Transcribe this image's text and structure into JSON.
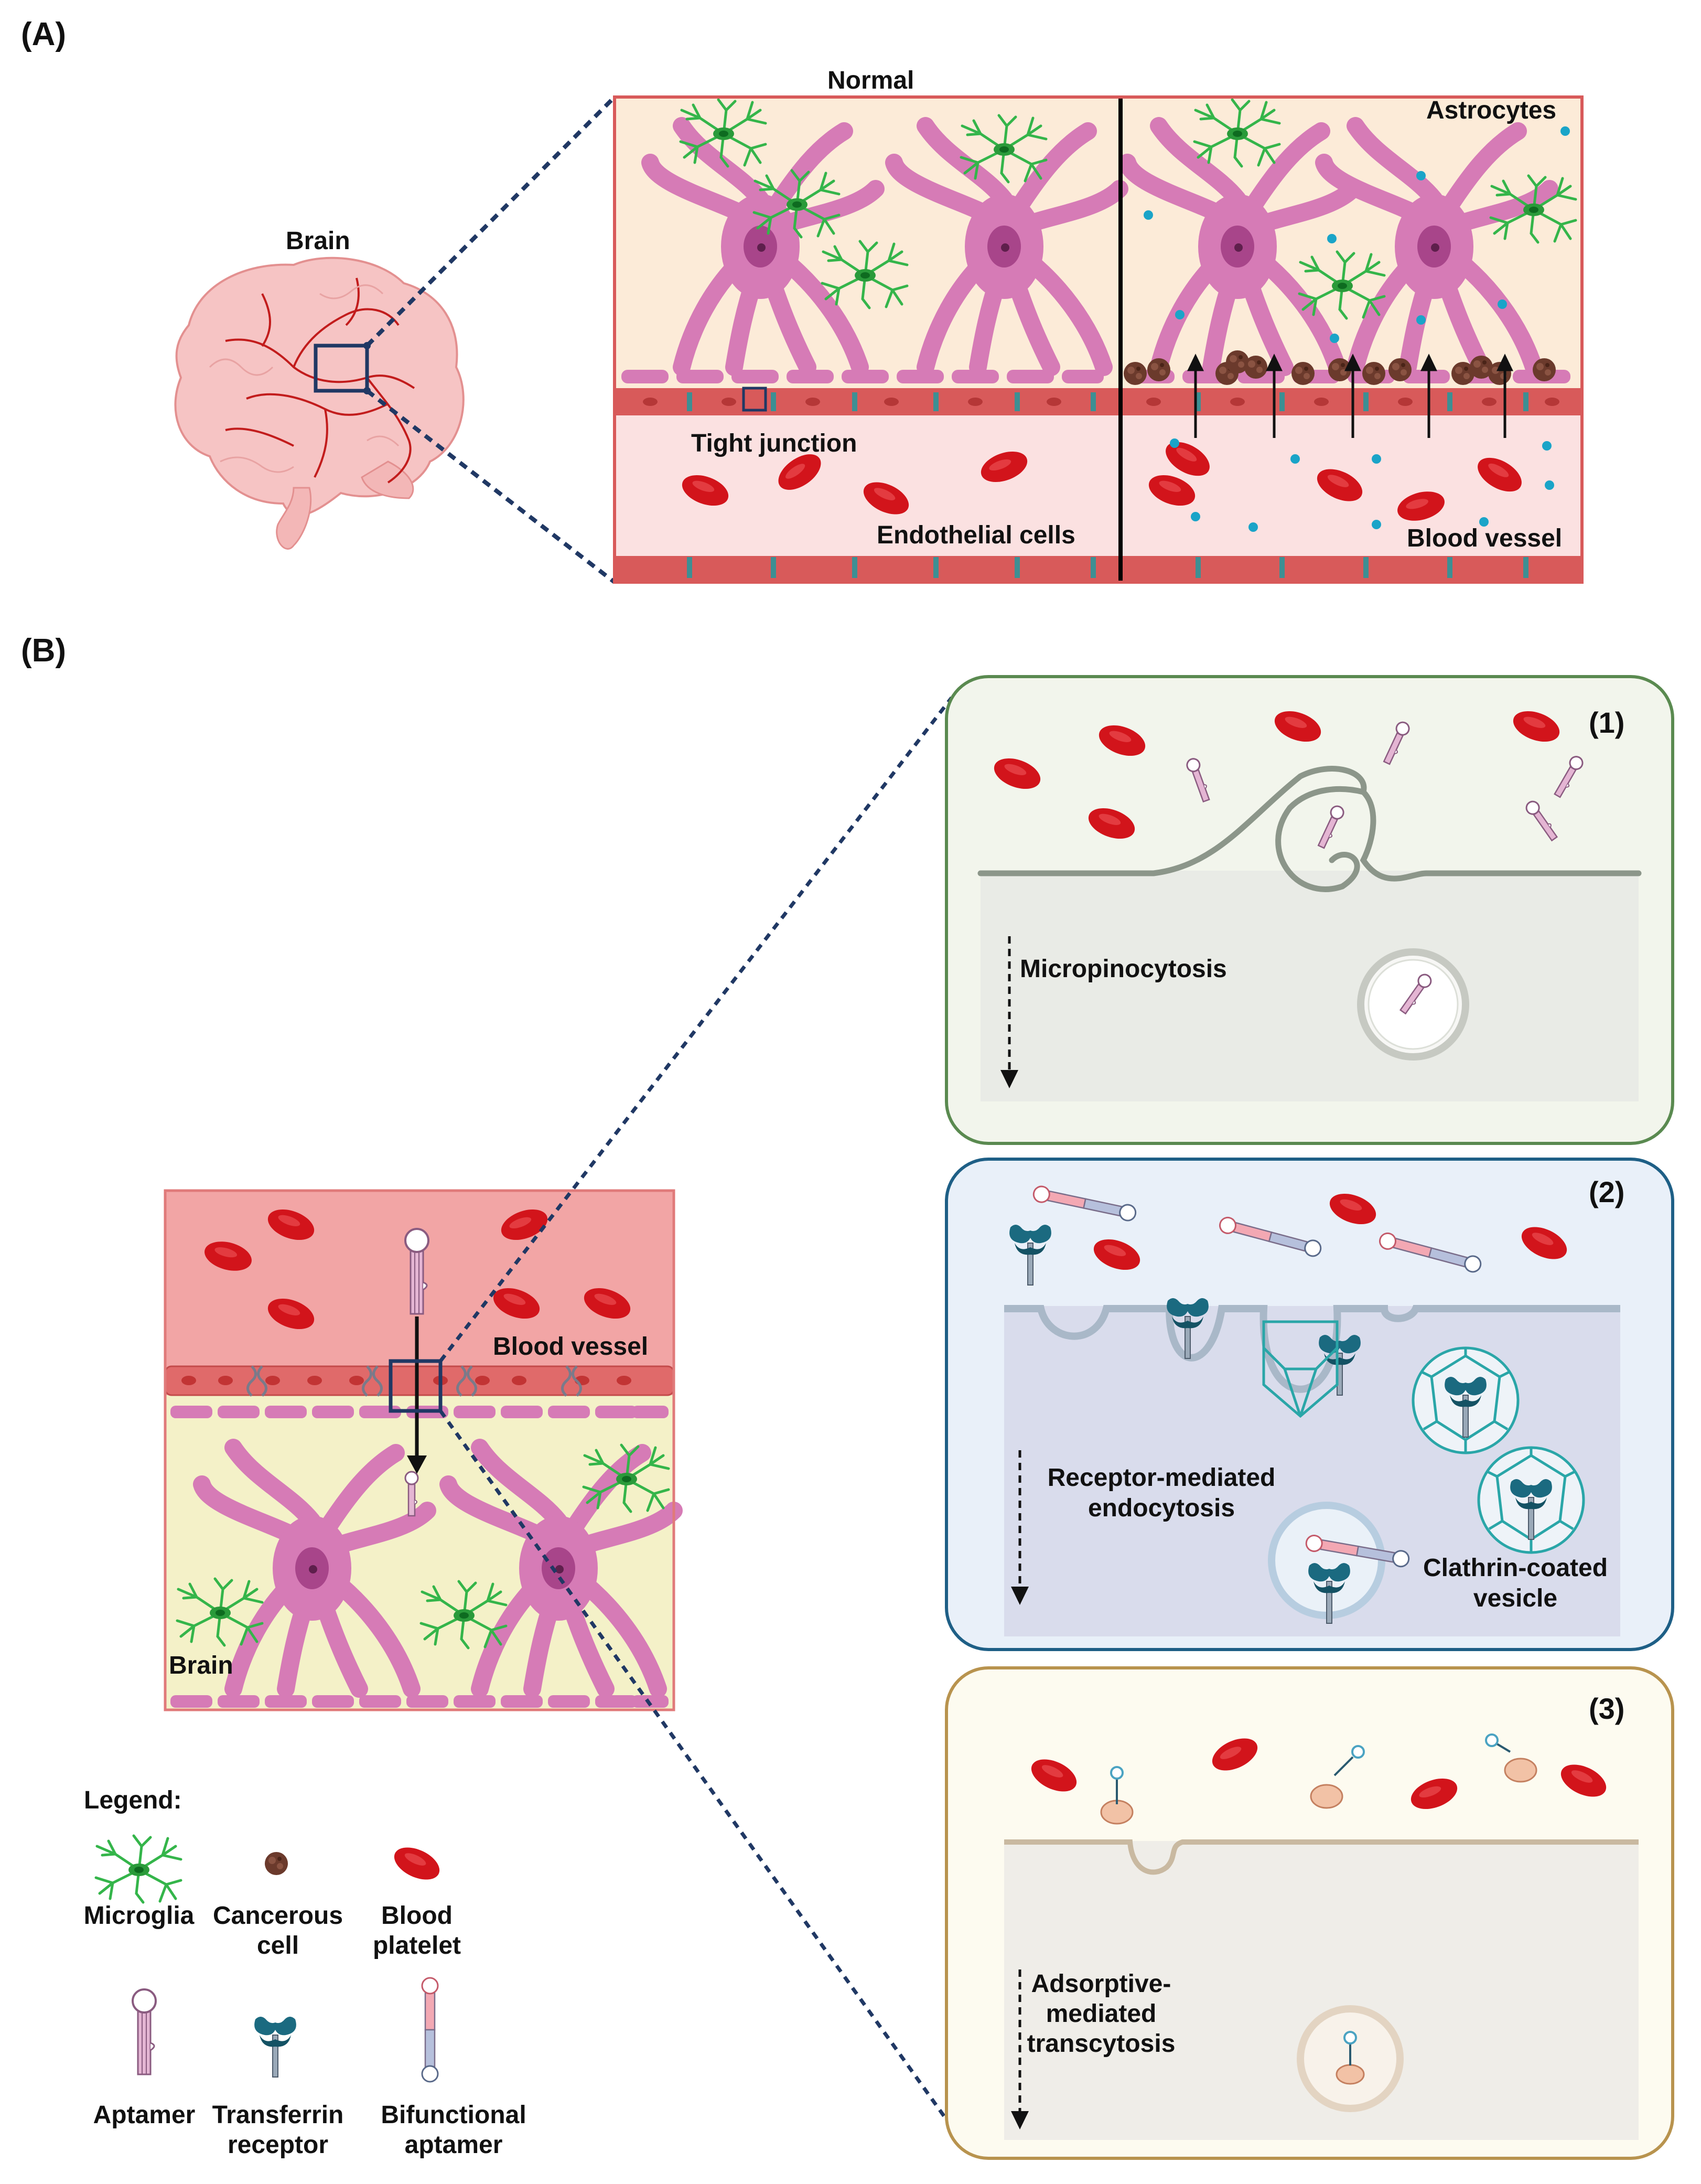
{
  "panel_a": {
    "label": "(A)",
    "brain_label": "Brain",
    "normal_label": "Normal",
    "astrocytes_label": "Astrocytes",
    "tight_junction_label": "Tight junction",
    "endothelial_label": "Endothelial cells",
    "blood_vessel_label": "Blood vessel"
  },
  "panel_b": {
    "label": "(B)",
    "blood_vessel_label": "Blood vessel",
    "brain_label": "Brain",
    "box1": {
      "number": "(1)",
      "label": "Micropinocytosis"
    },
    "box2": {
      "number": "(2)",
      "label_line1": "Receptor-mediated",
      "label_line2": "endocytosis",
      "vesicle_line1": "Clathrin-coated",
      "vesicle_line2": "vesicle"
    },
    "box3": {
      "number": "(3)",
      "label_line1": "Adsorptive-",
      "label_line2": "mediated",
      "label_line3": "transcytosis"
    }
  },
  "legend": {
    "title": "Legend:",
    "microglia": "Microglia",
    "cancerous_line1": "Cancerous",
    "cancerous_line2": "cell",
    "platelet_line1": "Blood",
    "platelet_line2": "platelet",
    "aptamer": "Aptamer",
    "transferrin_line1": "Transferrin",
    "transferrin_line2": "receptor",
    "bifunctional_line1": "Bifunctional",
    "bifunctional_line2": "aptamer"
  },
  "colors": {
    "astrocyte": "#d67bb6",
    "astrocyte_dark": "#a8458a",
    "microglia": "#34b54a",
    "platelet": "#d2141b",
    "endothelium": "#d85a5a",
    "cancer_cell": "#6b3a2c",
    "molecule_dot": "#1aa4c8",
    "vessel_bg": "#f2a5a5",
    "brain_bg": "#f4f1c8",
    "box1_border": "#5a8a50",
    "box2_border": "#1e5f86",
    "box3_border": "#b8934e",
    "receptor": "#1b6a80",
    "clathrin": "#2aa6a8"
  }
}
